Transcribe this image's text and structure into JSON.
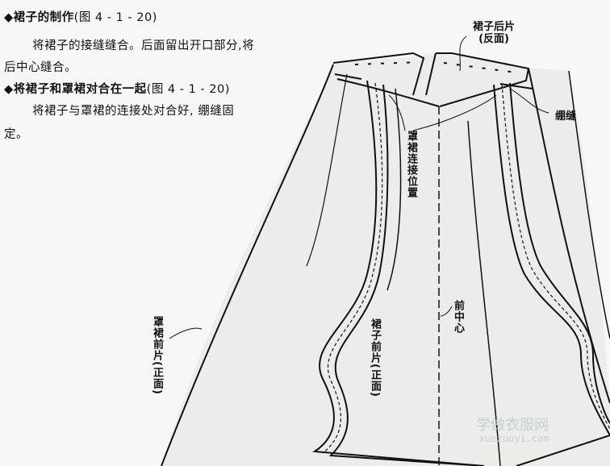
{
  "text": {
    "heading1_bold": "◆裙子的制作",
    "heading1_ref": "(图 4 - 1 - 20)",
    "para1_line1": "将裙子的接缝缝合。后面留出开口部分,将",
    "para1_line2": "后中心缝合。",
    "heading2_bold": "◆将裙子和罩裙对合在一起",
    "heading2_ref": "(图 4 - 1 - 20)",
    "para2_line1": "将裙子与罩裙的连接处对合好, 绷缝固",
    "para2_line2": "定。"
  },
  "figure": {
    "labels": {
      "skirt_back_line1": "裙子后片",
      "skirt_back_line2": "(反面)",
      "basting": "绷缝",
      "overskirt_join_position": "罩裙连接位置",
      "center_front": "前中心",
      "skirt_front": "裙子前片(正面)",
      "overskirt_front": "罩裙前片(正面)"
    }
  },
  "watermark": {
    "site_cn": "学做衣服网",
    "site_url": "xuezuoyi.com"
  }
}
